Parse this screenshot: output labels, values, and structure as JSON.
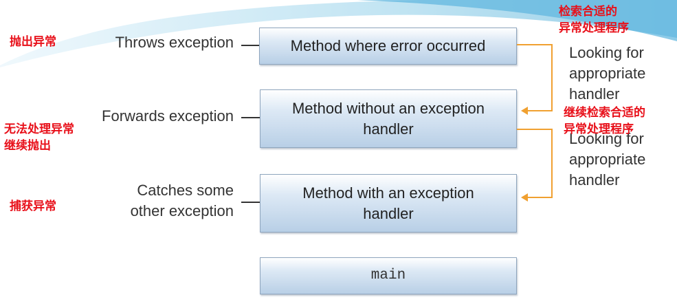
{
  "stack_frames": {
    "top": "Method where error occurred",
    "middle": [
      "Method without an exception",
      "handler"
    ],
    "bottom": [
      "Method with an exception",
      "handler"
    ],
    "base": "main"
  },
  "left_labels": {
    "throws": "Throws exception",
    "forwards": "Forwards exception",
    "catches": [
      "Catches some",
      "other exception"
    ]
  },
  "search_labels": {
    "first": [
      "Looking for",
      "appropriate",
      "handler"
    ],
    "second": [
      "Looking for",
      "appropriate",
      "handler"
    ]
  },
  "annotations": {
    "throw_exception": "抛出异常",
    "cannot_handle": [
      "无法处理异常",
      "继续抛出"
    ],
    "catch_exception": "捕获异常",
    "search_first": [
      "检索合适的",
      "异常处理程序"
    ],
    "search_second": [
      "继续检索合适的",
      "异常处理程序"
    ]
  },
  "colors": {
    "arrow": "#f0a030",
    "annotation": "#e8101a",
    "box_border": "#8ea5bd"
  }
}
